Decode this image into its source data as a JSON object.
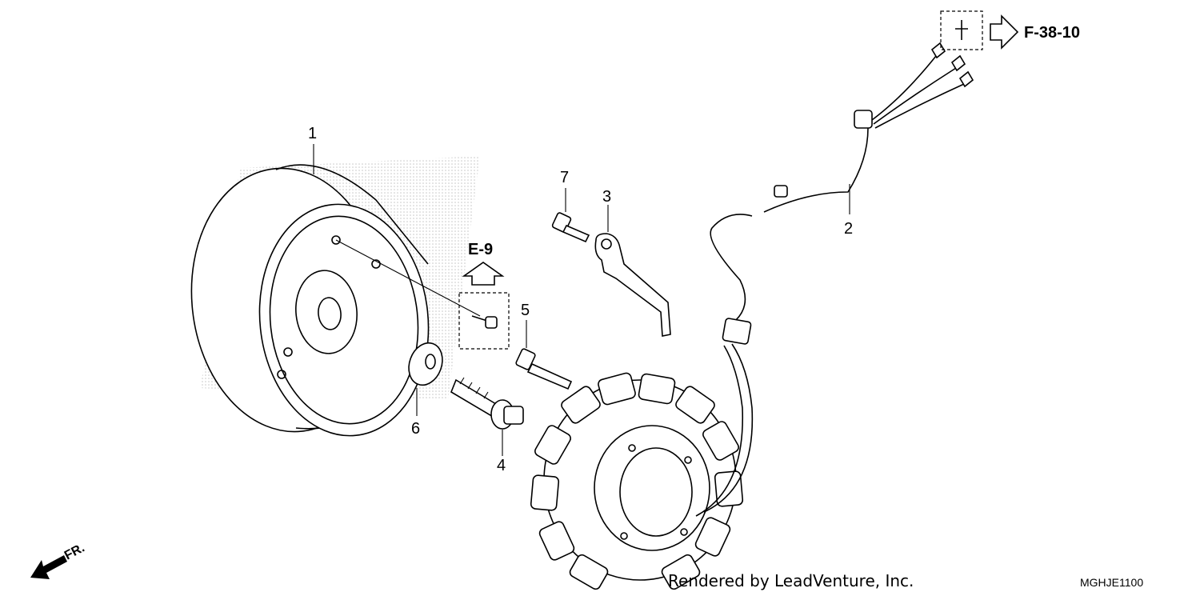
{
  "callouts": {
    "flywheel": "1",
    "stator": "2",
    "bracket": "3",
    "flange_bolt": "4",
    "stator_bolt": "5",
    "washer": "6",
    "clamp_bolt": "7"
  },
  "references": {
    "e9": "E-9",
    "f38": "F-38-10"
  },
  "direction_label": "FR.",
  "credit": "Rendered by LeadVenture, Inc.",
  "diagram_code": "MGHJE1100"
}
